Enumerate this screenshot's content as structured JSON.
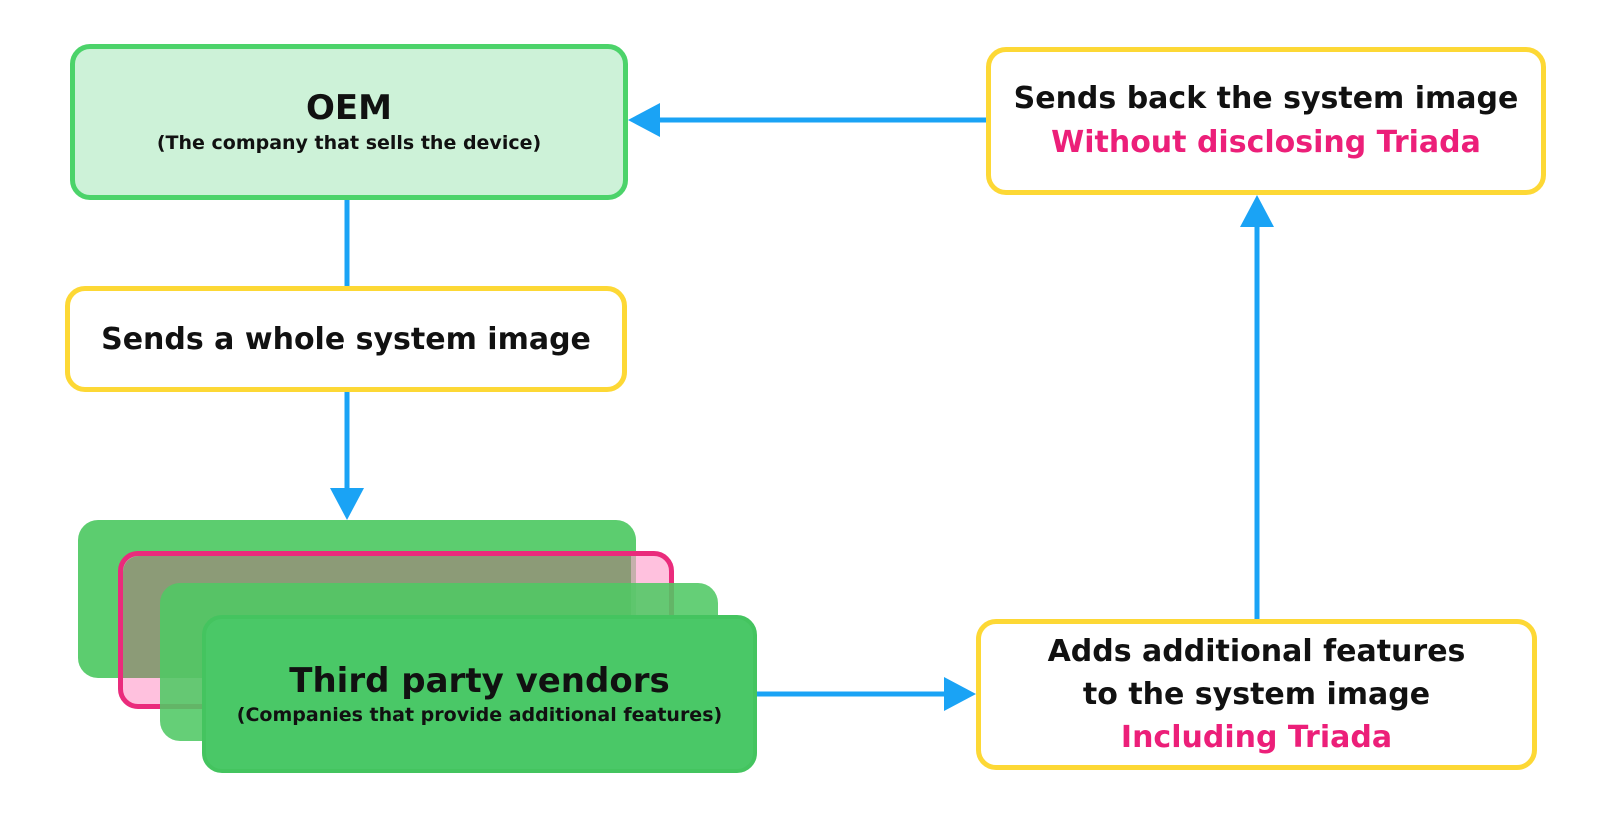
{
  "oem": {
    "title": "OEM",
    "subtitle": "(The company that sells the device)"
  },
  "step_send": {
    "text": "Sends a whole system image"
  },
  "vendors": {
    "title": "Third party vendors",
    "subtitle": "(Companies that provide additional features)"
  },
  "step_add": {
    "line1": "Adds additional features",
    "line2": "to the system image",
    "highlight": "Including Triada"
  },
  "step_return": {
    "line1": "Sends back the system image",
    "highlight": "Without disclosing Triada"
  },
  "colors": {
    "arrow": "#1aa3f5",
    "highlight": "#ec1f79",
    "oem_fill": "#cdf2d8",
    "oem_border": "#4cd36a",
    "step_border": "#fdd835",
    "vendor_fill": "#4ac867"
  }
}
